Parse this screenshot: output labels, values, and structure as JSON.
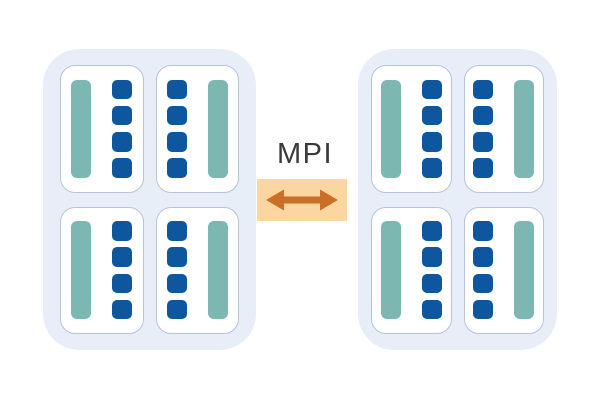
{
  "diagram": {
    "mpi_label": "MPI",
    "interconnect": {
      "arrow_icon": "double-headed-horizontal-arrow"
    },
    "nodes": [
      {
        "id": "node-left",
        "sockets": [
          {
            "variant": "bar-left"
          },
          {
            "variant": "bar-right"
          },
          {
            "variant": "bar-left"
          },
          {
            "variant": "bar-right"
          }
        ]
      },
      {
        "id": "node-right",
        "sockets": [
          {
            "variant": "bar-left"
          },
          {
            "variant": "bar-right"
          },
          {
            "variant": "bar-left"
          },
          {
            "variant": "bar-right"
          }
        ]
      }
    ],
    "socket_content": {
      "teal_bars_per_socket": 1,
      "blue_squares_per_socket": 4
    },
    "colors": {
      "node_bg": "#e8eef8",
      "socket_bg": "#ffffff",
      "socket_border": "#b7c3d9",
      "teal_bar": "#7cb7b1",
      "blue_square": "#0e579f",
      "link_bg": "#fbd6a1",
      "link_arrow": "#c96f28",
      "label_text": "#3a3a3a"
    }
  }
}
